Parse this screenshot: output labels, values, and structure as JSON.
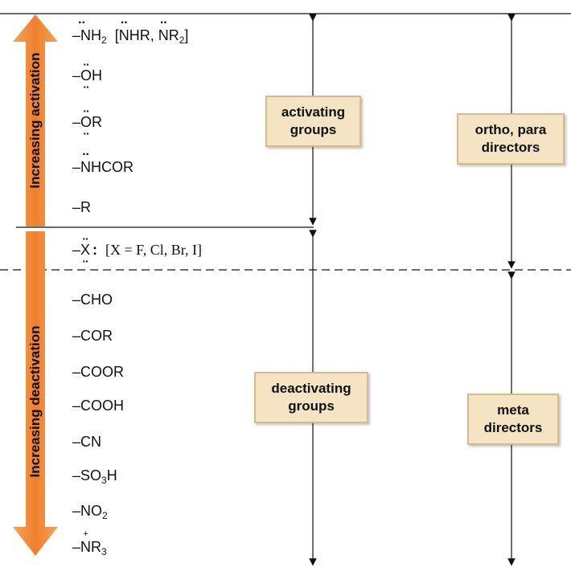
{
  "activating_groups": [
    {
      "main": "–NH",
      "sub": "2",
      "extra": "[NHR, NR",
      "extra_sub": "2",
      "extra_end": "]"
    },
    {
      "main": "–OH"
    },
    {
      "main": "–OR"
    },
    {
      "main": "–NHCOR"
    },
    {
      "main": "–R"
    }
  ],
  "halogen": {
    "main": "–X",
    "note": "[X = F, Cl, Br, I]"
  },
  "deactivating_groups": [
    {
      "main": "–CHO"
    },
    {
      "main": "–COR"
    },
    {
      "main": "–COOR"
    },
    {
      "main": "–COOH"
    },
    {
      "main": "–CN"
    },
    {
      "main": "–SO",
      "sub": "3",
      "after": "H"
    },
    {
      "main": "–NO",
      "sub": "2"
    },
    {
      "main": "–NR",
      "sub": "3"
    }
  ],
  "labels": {
    "increasing_activation": "Increasing activation",
    "increasing_deactivation": "Increasing deactivation",
    "activating_groups": "activating groups",
    "deactivating_groups": "deactivating groups",
    "ortho_para_directors": "ortho, para directors",
    "meta_directors": "meta directors"
  },
  "colors": {
    "arrow_orange": "#f08a3c",
    "box_fill": "#f5e4c4",
    "box_border": "#d9b98a"
  }
}
